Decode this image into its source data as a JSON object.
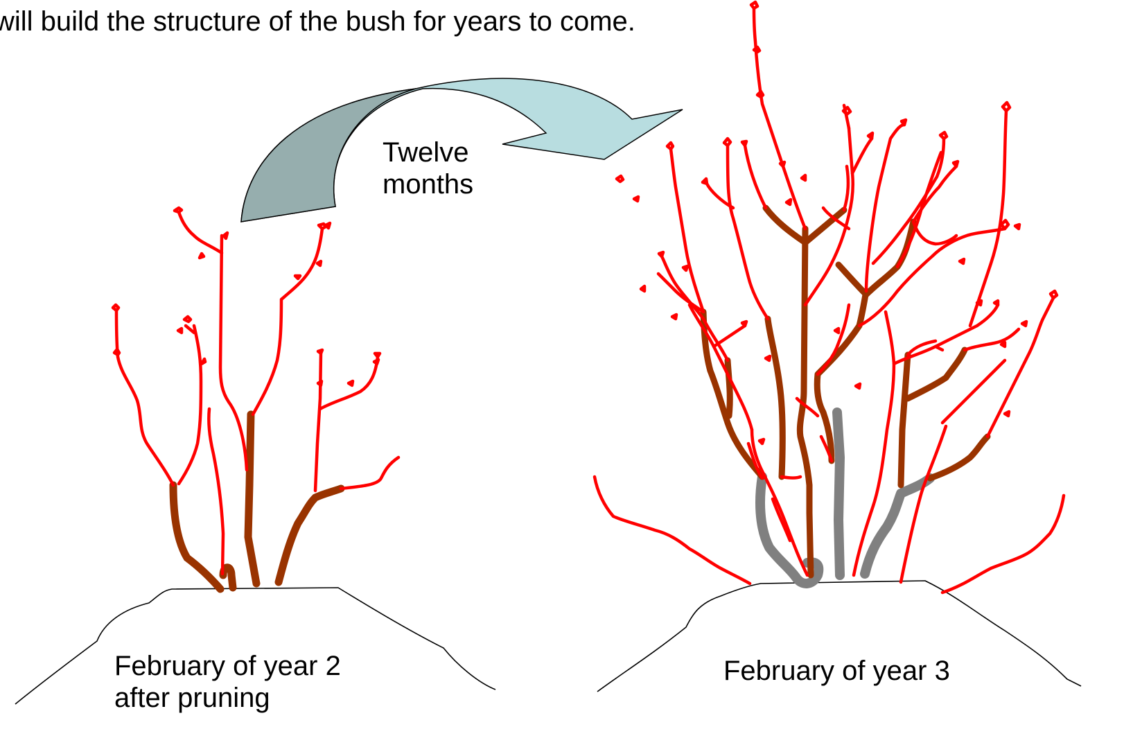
{
  "caption": "will build the structure of the bush for years to come.",
  "arrow_label": {
    "line1": "Twelve",
    "line2": "months"
  },
  "left_bush": {
    "label_line1": "February of year 2",
    "label_line2": "after pruning"
  },
  "right_bush": {
    "label": "February of year 3"
  },
  "colors": {
    "one_year_wood": "#ff0000",
    "two_year_wood": "#993300",
    "three_year_wood": "#808080",
    "arrow_fill": "#b8dde0",
    "arrow_shadow": "#96aeae",
    "mound_outline": "#000000"
  }
}
